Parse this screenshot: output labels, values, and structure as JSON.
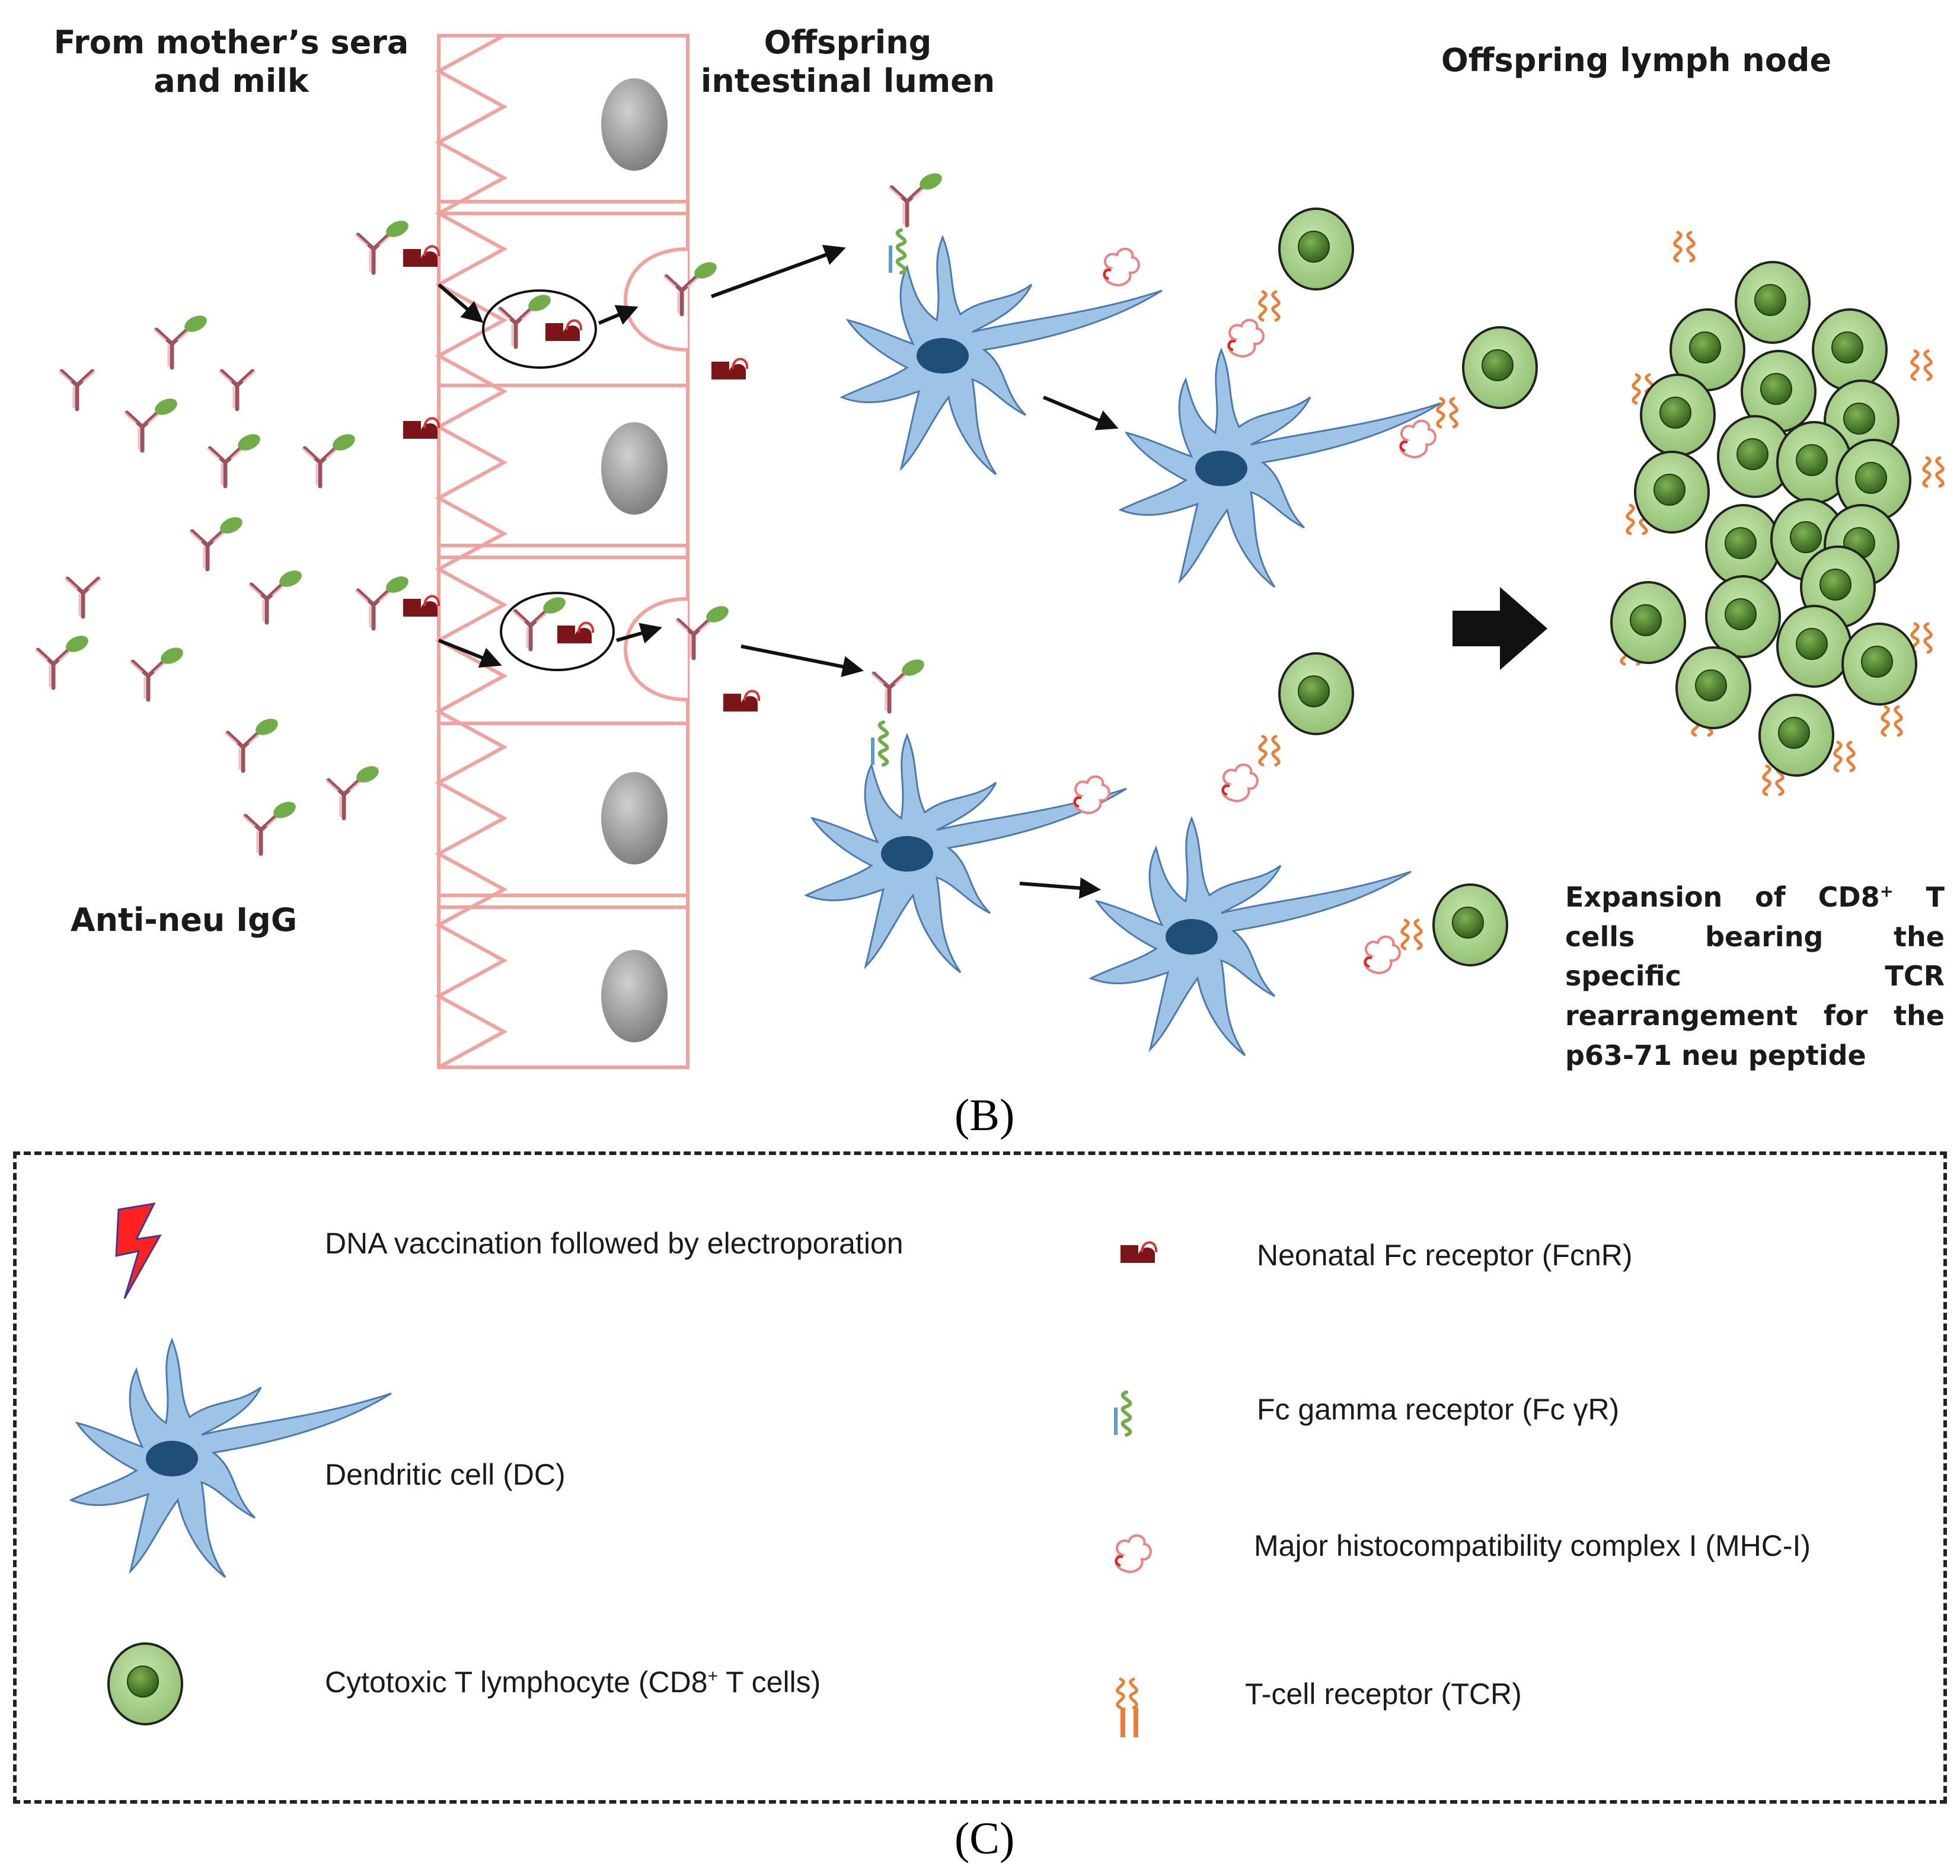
{
  "headers": {
    "mother": "From mother’s sera\nand milk",
    "lumen": "Offspring\nintestinal lumen",
    "lymph": "Offspring lymph node",
    "antibody": "Anti-neu IgG"
  },
  "expansion": {
    "prefix": "Expansion of CD8",
    "sup": "+",
    "suffix": " T cells bearing the specific TCR rearrangement for the p63-71 neu peptide"
  },
  "panel_labels": {
    "b": "(B)",
    "c": "(C)"
  },
  "legend": {
    "items": [
      {
        "icon": "lightning-bolt-icon",
        "label": "DNA vaccination followed by electroporation"
      },
      {
        "icon": "dendritic-cell-icon",
        "label": "Dendritic cell (DC)"
      },
      {
        "icon": "t-cell-icon",
        "label_prefix": "Cytotoxic T lymphocyte (CD8",
        "label_sup": "+",
        "label_suffix": " T cells)"
      },
      {
        "icon": "fcnr-receptor-icon",
        "label": "Neonatal Fc receptor (FcnR)"
      },
      {
        "icon": "fc-gamma-receptor-icon",
        "label": "Fc gamma receptor (Fc γR)"
      },
      {
        "icon": "mhc-i-icon",
        "label": "Major histocompatibility complex I (MHC-I)"
      },
      {
        "icon": "tcr-icon",
        "label": "T-cell receptor (TCR)"
      }
    ]
  },
  "colors": {
    "epithelium": "#f4a09c",
    "nucleus_gray": "#9e9e9e",
    "dc_body": "#9dc3e6",
    "dc_nucleus": "#1f4e79",
    "tcell": "#a9d18e",
    "tcell_nucleus": "#548235",
    "fcnr": "#7b1517",
    "antibody": "#a0525a",
    "antigen": "#70ad47",
    "fcgr_green": "#70ad47",
    "fcgr_blue": "#5b9bd5",
    "mhc": "#f08080",
    "tcr": "#ed7d31",
    "bolt": "#ff2020"
  }
}
